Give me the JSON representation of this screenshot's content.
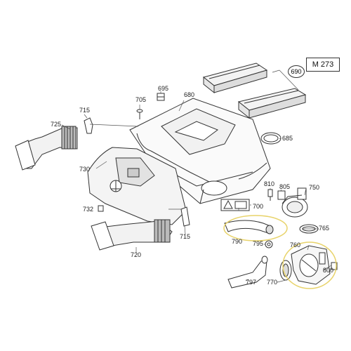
{
  "diagram": {
    "model": "M 273",
    "labels": {
      "p690": "690",
      "p705": "705",
      "p695": "695",
      "p680": "680",
      "p715a": "715",
      "p725": "725",
      "p685": "685",
      "p730": "730",
      "p810": "810",
      "p805": "805",
      "p750": "750",
      "p732": "732",
      "p700": "700",
      "p790": "790",
      "p765": "765",
      "p715b": "715",
      "p720": "720",
      "p795": "795",
      "p760": "760",
      "p800": "800",
      "p797": "797",
      "p770": "770"
    },
    "highlight_color": "#e8d36a",
    "line_color": "#333333"
  }
}
